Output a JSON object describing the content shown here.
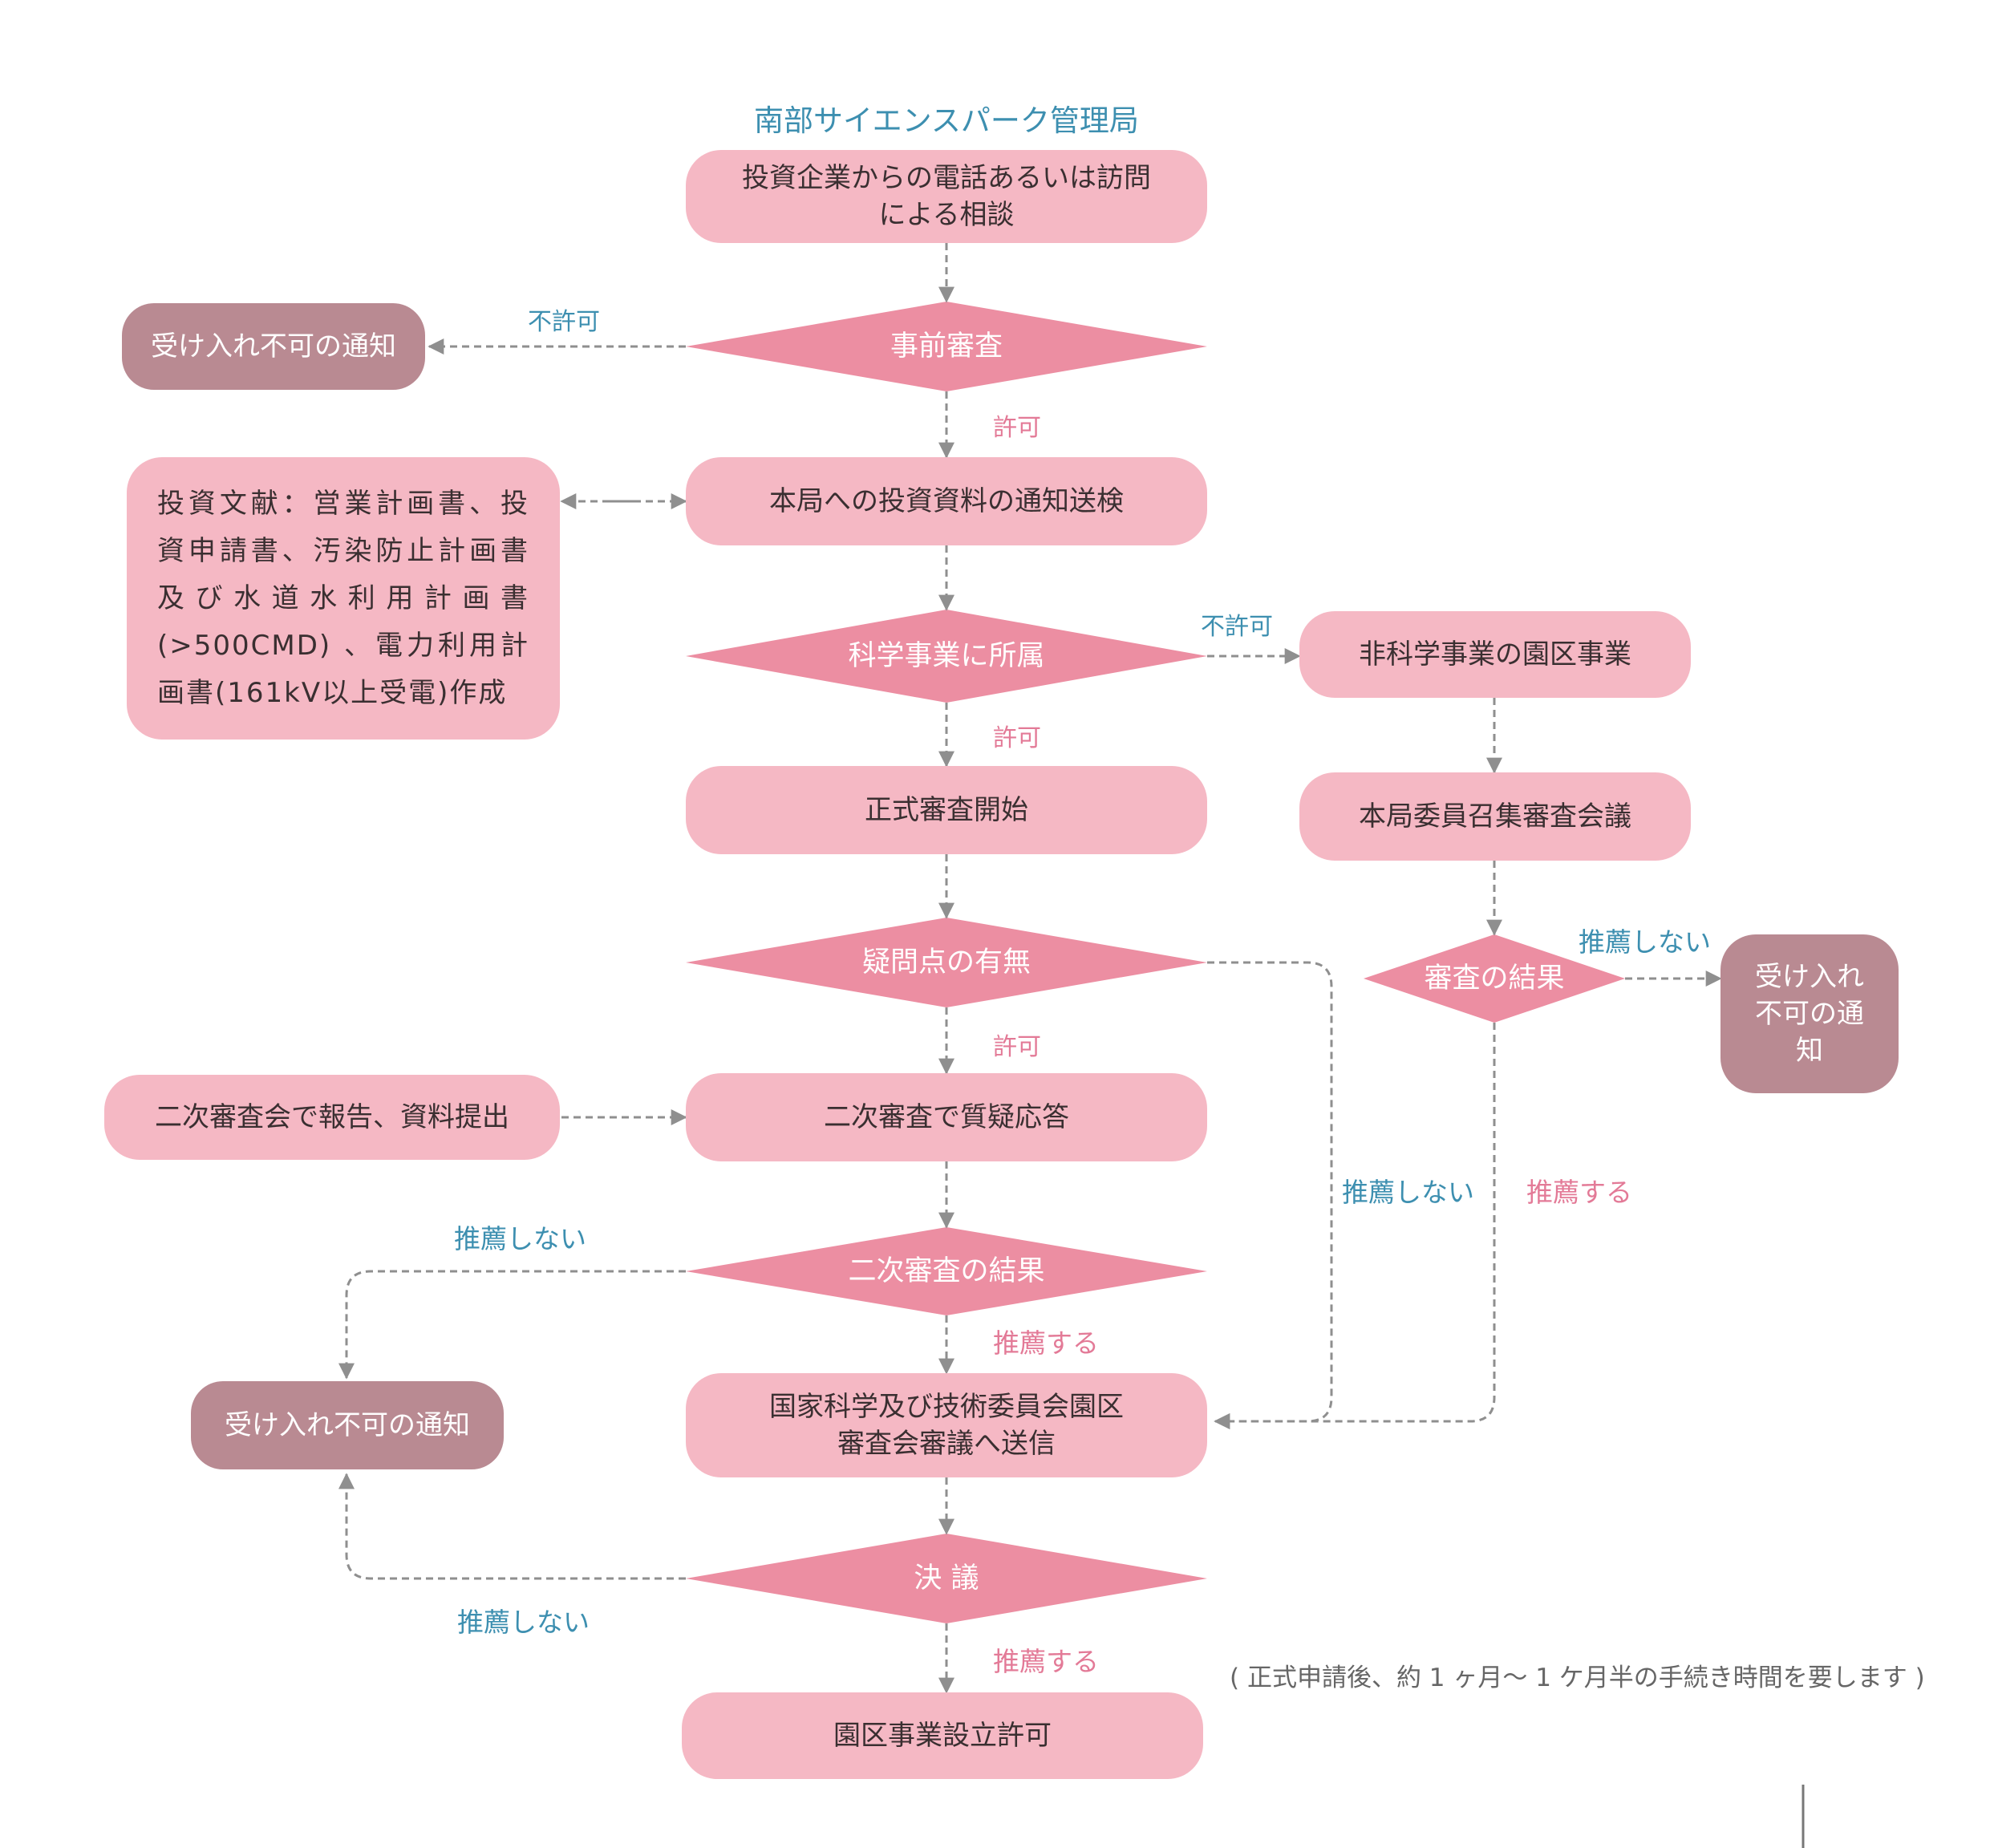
{
  "colors": {
    "process_box": "#f5b8c4",
    "decision": "#ec8ea2",
    "reject_box": "#b98a92",
    "edge": "#8f8f8f",
    "label_blue": "#3d8fb0",
    "label_pink": "#e37a97"
  },
  "title": "南部サイエンスパーク管理局",
  "nodes": {
    "consult": "投資企業からの電話あるいは訪問\nによる相談",
    "prereview": "事前審査",
    "reject_top": "受け入れ不可の通知",
    "submit_docs": "本局への投資資料の通知送検",
    "docs_list": "投資文献：営業計画書、投資申請書、汚染防止計画書及び水道水利用計画書(>500CMD) 、電力利用計画書(161kV以上受電)作成",
    "is_science": "科学事業に所属",
    "non_science": "非科学事業の園区事業",
    "formal_review": "正式審査開始",
    "committee_meeting": "本局委員召集審査会議",
    "review_result": "審査の結果",
    "reject_right": "受け入れ\n不可の通\n知",
    "questions": "疑問点の有無",
    "secondary_qa": "二次審査で質疑応答",
    "report": "二次審査会で報告、資料提出",
    "secondary_result": "二次審査の結果",
    "reject_bottom": "受け入れ不可の通知",
    "national_committee": "国家科学及び技術委員会園区\n審査会審議へ送信",
    "resolution": "決 議",
    "approval": "園区事業設立許可"
  },
  "labels": {
    "fukyoka_1": "不許可",
    "kyoka_1": "許可",
    "fukyoka_2": "不許可",
    "kyoka_2": "許可",
    "kyoka_3": "許可",
    "no_recommend_right": "推薦しない",
    "no_recommend_mid": "推薦しない",
    "recommend_right": "推薦する",
    "no_recommend_left": "推薦しない",
    "recommend_1": "推薦する",
    "no_recommend_bottom": "推薦しない",
    "recommend_2": "推薦する"
  },
  "note": "( 正式申請後、約 1 ヶ月～ 1 ケ月半の手続き時間を要します )"
}
